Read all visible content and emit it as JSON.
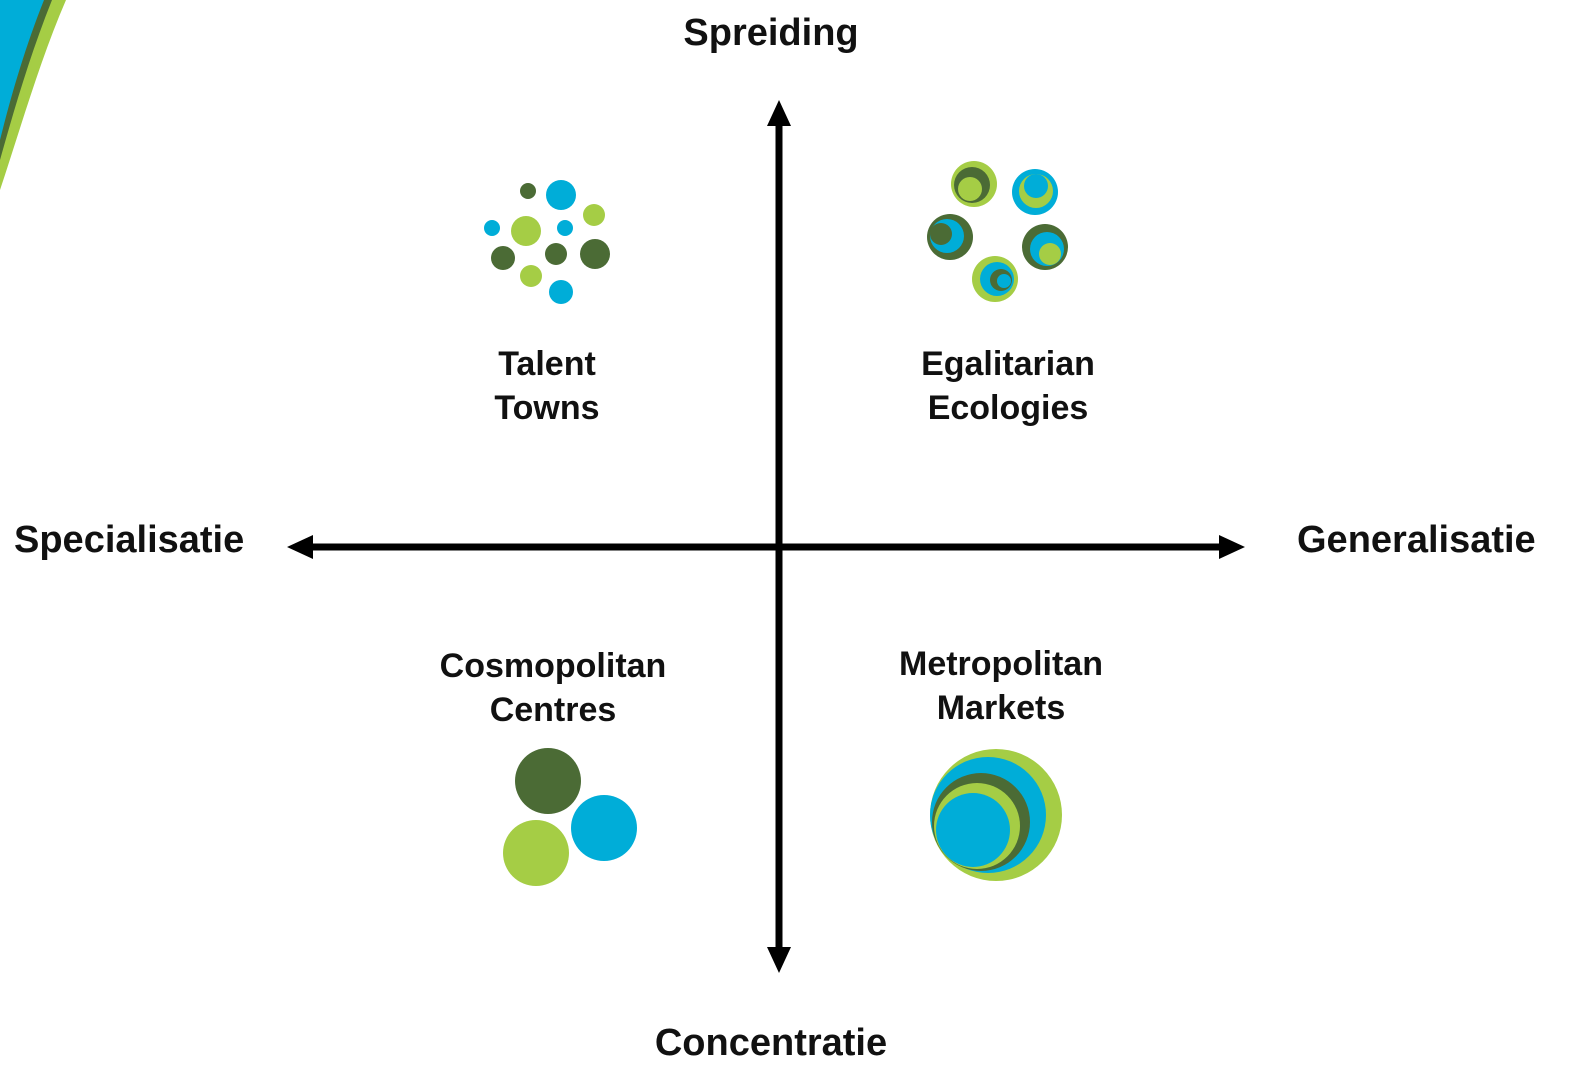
{
  "axes": {
    "top": "Spreiding",
    "bottom": "Concentratie",
    "left": "Specialisatie",
    "right": "Generalisatie"
  },
  "quadrants": {
    "top_left": {
      "line1": "Talent",
      "line2": "Towns"
    },
    "top_right": {
      "line1": "Egalitarian",
      "line2": "Ecologies"
    },
    "bottom_left": {
      "line1": "Cosmopolitan",
      "line2": "Centres"
    },
    "bottom_right": {
      "line1": "Metropolitan",
      "line2": "Markets"
    }
  },
  "colors": {
    "dark_green": "#4b6b35",
    "blue": "#00add8",
    "light_green": "#a5cd45",
    "axis": "#000000"
  },
  "decoration": {
    "corner_swoosh": "brand-swoosh-top-left"
  }
}
